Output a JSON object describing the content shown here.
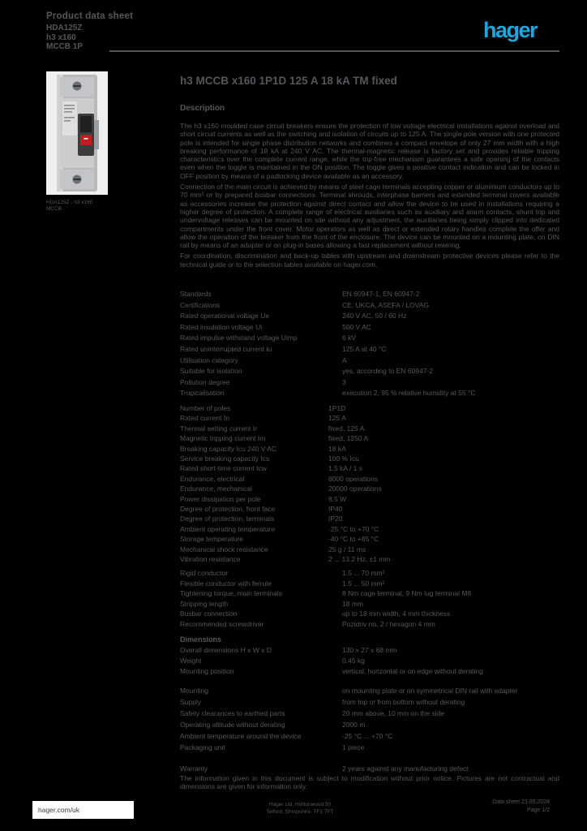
{
  "colors": {
    "page_bg": "#000000",
    "text_gray": "#54565a",
    "logo_blue": "#1aa8e1",
    "footer_box_bg": "#ffffff",
    "breaker_red": "#c41c1c"
  },
  "header": {
    "doc_title": "Product data sheet",
    "ref_lines": [
      "HDA125Z",
      "h3 x160",
      "MCCB 1P"
    ],
    "logo_text": "hager"
  },
  "product": {
    "caption": "HDA125Z - h3 x160 MCCB"
  },
  "main": {
    "title": "h3 MCCB x160 1P1D 125 A 18 kA TM fixed",
    "description_heading": "Description",
    "paragraphs": [
      "The h3 x160 moulded case circuit breakers ensure the protection of low voltage electrical installations against overload and short circuit currents as well as the switching and isolation of circuits up to 125 A. The single pole version with one protected pole is intended for single phase distribution networks and combines a compact envelope of only 27 mm width with a high breaking performance of 18 kA at 240 V AC. The thermal-magnetic release is factory set and provides reliable tripping characteristics over the complete current range, while the trip-free mechanism guarantees a safe opening of the contacts even when the toggle is maintained in the ON position. The toggle gives a positive contact indication and can be locked in OFF position by means of a padlocking device available as an accessory.",
      "Connection of the main circuit is achieved by means of steel cage terminals accepting copper or aluminium conductors up to 70 mm² or by prepared busbar connections. Terminal shrouds, interphase barriers and extended terminal covers available as accessories increase the protection against direct contact and allow the device to be used in installations requiring a higher degree of protection. A complete range of electrical auxiliaries such as auxiliary and alarm contacts, shunt trip and undervoltage releases can be mounted on site without any adjustment, the auxiliaries being simply clipped into dedicated compartments under the front cover. Motor operators as well as direct or extended rotary handles complete the offer and allow the operation of the breaker from the front of the enclosure. The device can be mounted on a mounting plate, on DIN rail by means of an adapter or on plug-in bases allowing a fast replacement without rewiring.",
      "For coordination, discrimination and back-up tables with upstream and downstream protective devices please refer to the technical guide or to the selection tables available on hager.com."
    ],
    "characteristics": [
      {
        "label": "Standards",
        "value": "EN 60947-1, EN 60947-2"
      },
      {
        "label": "Certifications",
        "value": "CE, UKCA, ASEFA / LOVAG"
      },
      {
        "label": "Rated operational voltage Ue",
        "value": "240 V AC, 50 / 60 Hz"
      },
      {
        "label": "Rated insulation voltage Ui",
        "value": "500 V AC"
      },
      {
        "label": "Rated impulse withstand voltage Uimp",
        "value": "6 kV"
      },
      {
        "label": "Rated uninterrupted current Iu",
        "value": "125 A at 40 °C"
      },
      {
        "label": "Utilisation category",
        "value": "A"
      },
      {
        "label": "Suitable for isolation",
        "value": "yes, according to EN 60947-2"
      },
      {
        "label": "Pollution degree",
        "value": "3"
      },
      {
        "label": "Tropicalisation",
        "value": "execution 2, 95 % relative humidity at 55 °C"
      }
    ],
    "table_rows": [
      {
        "label": "Number of poles",
        "value": "1P1D"
      },
      {
        "label": "Rated current In",
        "value": "125 A"
      },
      {
        "label": "Thermal setting current Ir",
        "value": "fixed, 125 A"
      },
      {
        "label": "Magnetic tripping current Im",
        "value": "fixed, 1250 A"
      },
      {
        "label": "Breaking capacity Icu 240 V AC",
        "value": "18 kA"
      },
      {
        "label": "Service breaking capacity Ics",
        "value": "100 % Icu"
      },
      {
        "label": "Rated short-time current Icw",
        "value": "1.5 kA / 1 s"
      },
      {
        "label": "Endurance, electrical",
        "value": "8000 operations"
      },
      {
        "label": "Endurance, mechanical",
        "value": "20000 operations"
      },
      {
        "label": "Power dissipation per pole",
        "value": "8.5 W"
      },
      {
        "label": "Degree of protection, front face",
        "value": "IP40"
      },
      {
        "label": "Degree of protection, terminals",
        "value": "IP20"
      },
      {
        "label": "Ambient operating temperature",
        "value": "-25 °C to +70 °C"
      },
      {
        "label": "Storage temperature",
        "value": "-40 °C to +85 °C"
      },
      {
        "label": "Mechanical shock resistance",
        "value": "25 g / 11 ms"
      },
      {
        "label": "Vibration resistance",
        "value": "2 ... 13.2 Hz, ±1 mm"
      }
    ],
    "connection_rows": [
      {
        "label": "Rigid conductor",
        "value": "1.5 ... 70 mm²"
      },
      {
        "label": "Flexible conductor with ferrule",
        "value": "1.5 ... 50 mm²"
      },
      {
        "label": "Tightening torque, main terminals",
        "value": "8 Nm cage terminal, 9 Nm lug terminal M8"
      },
      {
        "label": "Stripping length",
        "value": "18 mm"
      },
      {
        "label": "Busbar connection",
        "value": "up to 18 mm width, 4 mm thickness"
      },
      {
        "label": "Recommended screwdriver",
        "value": "Pozidriv no. 2 / hexagon 4 mm"
      }
    ],
    "dimensions_heading": "Dimensions",
    "dimension_rows": [
      {
        "label": "Overall dimensions H x W x D",
        "value": "130 x 27 x 68 mm"
      },
      {
        "label": "Weight",
        "value": "0.45 kg"
      },
      {
        "label": "Mounting position",
        "value": "vertical, horizontal or on edge without derating"
      }
    ],
    "installation_rows": [
      {
        "label": "Mounting",
        "value": "on mounting plate or on symmetrical DIN rail with adapter"
      },
      {
        "label": "Supply",
        "value": "from top or from bottom without derating"
      },
      {
        "label": "Safety clearances to earthed parts",
        "value": "20 mm above, 10 mm on the side"
      },
      {
        "label": "Operating altitude without derating",
        "value": "2000 m"
      },
      {
        "label": "Ambient temperature around the device",
        "value": "-25 °C ... +70 °C"
      },
      {
        "label": "Packaging unit",
        "value": "1 piece"
      }
    ],
    "warranty_row": {
      "label": "Warranty",
      "value": "2 years against any manufacturing defect"
    },
    "note": "The information given in this document is subject to modification without prior notice. Pictures are not contractual and dimensions are given for information only."
  },
  "footer": {
    "site": "hager.com/uk",
    "address_line1": "Hager Ltd, Hortonwood 50",
    "address_line2": "Telford, Shropshire, TF1 7FT",
    "date_line": "Data sheet 23.05.2024",
    "page": "Page 1/2"
  }
}
